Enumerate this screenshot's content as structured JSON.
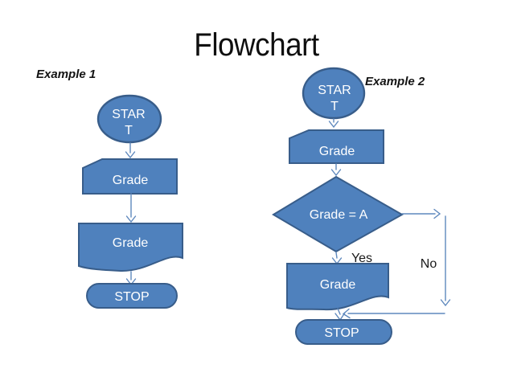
{
  "slide": {
    "title": "Flowchart"
  },
  "colors": {
    "shape_fill": "#4f81bd",
    "shape_border": "#385d8a",
    "connector": "#5e88bd",
    "text_light": "#ffffff",
    "text_dark": "#1a1a1a",
    "title_color": "#0f0f0f"
  },
  "example1": {
    "label": "Example 1",
    "start_line1": "STAR",
    "start_line2": "T",
    "input_label": "Grade",
    "document_label": "Grade",
    "stop_label": "STOP"
  },
  "example2": {
    "label": "Example 2",
    "start_line1": "STAR",
    "start_line2": "T",
    "input_label": "Grade",
    "decision_label": "Grade = A",
    "yes_label": "Yes",
    "no_label": "No",
    "document_label": "Grade",
    "stop_label": "STOP"
  }
}
